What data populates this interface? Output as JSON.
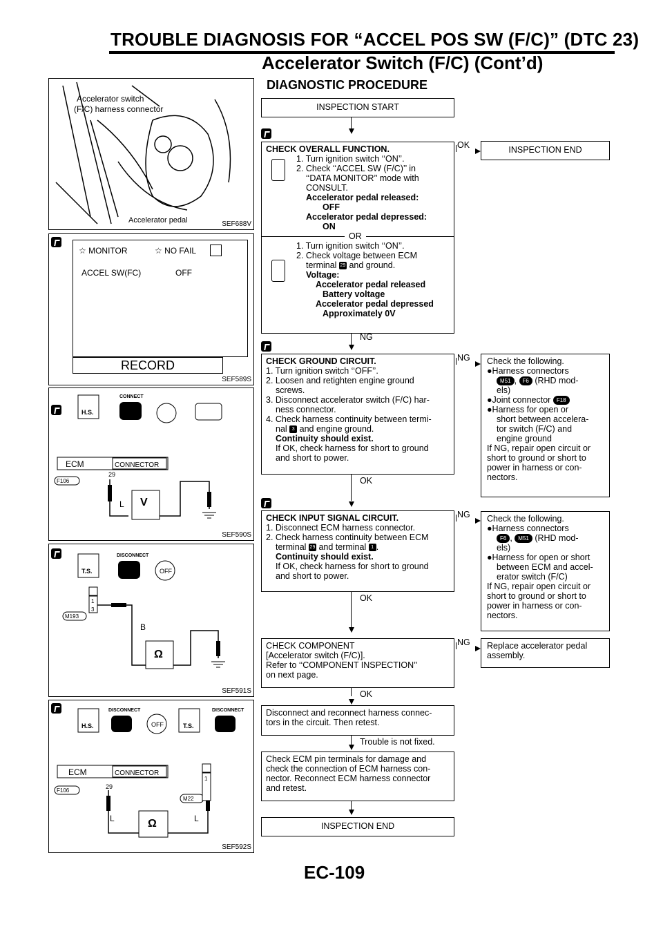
{
  "header": {
    "title": "TROUBLE DIAGNOSIS FOR “ACCEL POS SW (F/C)” (DTC 23)",
    "subtitle": "Accelerator Switch (F/C) (Cont’d)"
  },
  "procedure_title": "DIAGNOSTIC PROCEDURE",
  "figures": {
    "f1": {
      "code": "SEF688V",
      "label1": "Accelerator switch",
      "label2": "(F/C) harness connector",
      "label3": "Accelerator pedal"
    },
    "f2": {
      "code": "SEF589S",
      "monitor": "☆ MONITOR",
      "nofail": "☆ NO FAIL",
      "item": "ACCEL SW(FC)",
      "value": "OFF",
      "record": "RECORD"
    },
    "f3": {
      "code": "SEF590S",
      "connect": "CONNECT",
      "hs": "H.S.",
      "ecm": "ECM",
      "connector": "CONNECTOR",
      "conn": "F106",
      "pin": "29",
      "wire": "L",
      "meter": "V"
    },
    "f4": {
      "code": "SEF591S",
      "disconnect": "DISCONNECT",
      "ts": "T.S.",
      "off": "OFF",
      "conn": "M193",
      "pin1": "1",
      "pin3": "3",
      "wire": "B",
      "meter": "Ω"
    },
    "f5": {
      "code": "SEF592S",
      "disconnect1": "DISCONNECT",
      "disconnect2": "DISCONNECT",
      "hs": "H.S.",
      "ts": "T.S.",
      "off": "OFF",
      "ecm": "ECM",
      "connector": "CONNECTOR",
      "conn1": "F106",
      "conn2": "M22",
      "pin29": "29",
      "pin1": "1",
      "wire1": "L",
      "wire2": "L",
      "meter": "Ω"
    }
  },
  "flow": {
    "start": "INSPECTION START",
    "step_a": {
      "title": "CHECK OVERALL FUNCTION.",
      "s1": "1. Turn ignition switch ‘‘ON’’.",
      "s2": "2. Check ‘‘ACCEL SW (F/C)’’ in",
      "s2b": "‘‘DATA MONITOR’’ mode with",
      "s2c": "CONSULT.",
      "r1": "Accelerator pedal released:",
      "r1v": "OFF",
      "r2": "Accelerator pedal depressed:",
      "r2v": "ON",
      "or": "OR",
      "t1": "1. Turn ignition switch ‘‘ON’’.",
      "t2": "2. Check voltage between ECM",
      "t2b": "terminal",
      "t2pin": "29",
      "t2c": "and ground.",
      "volt": "Voltage:",
      "v1": "Accelerator pedal released",
      "v1v": "Battery voltage",
      "v2": "Accelerator pedal depressed",
      "v2v": "Approximately 0V"
    },
    "ok1": "OK",
    "end1": "INSPECTION END",
    "ng1": "NG",
    "step_b": {
      "title": "CHECK GROUND CIRCUIT.",
      "s1": "1. Turn ignition switch ‘‘OFF’’.",
      "s2": "2. Loosen and retighten engine ground",
      "s2b": "screws.",
      "s3": "3. Disconnect accelerator switch (F/C) har-",
      "s3b": "ness connector.",
      "s4": "4. Check harness continuity between termi-",
      "s4b": "nal",
      "s4pin": "3",
      "s4c": "and engine ground.",
      "cont": "Continuity should exist.",
      "ifok": "If OK, check harness for short to ground",
      "ifok2": "and short to power."
    },
    "ng2": "NG",
    "ok2": "OK",
    "side_b": {
      "title": "Check the following.",
      "i1": "●Harness connectors",
      "c1": "M51",
      "c2": "F6",
      "rhd": "(RHD mod-",
      "els": "els)",
      "i2": "●Joint connector",
      "c3": "F18",
      "i3": "●Harness for open or",
      "i3b": "short between accelera-",
      "i3c": "tor switch (F/C) and",
      "i3d": "engine ground",
      "n1": "If NG, repair open circuit or",
      "n2": "short to ground or short to",
      "n3": "power in harness or con-",
      "n4": "nectors."
    },
    "step_c": {
      "title": "CHECK INPUT SIGNAL CIRCUIT.",
      "s1": "1. Disconnect ECM harness connector.",
      "s2": "2. Check harness continuity between ECM",
      "s2b": "terminal",
      "pinA": "29",
      "s2c": "and terminal",
      "pinB": "1",
      "cont": "Continuity should exist.",
      "ifok": "If OK, check harness for short to ground",
      "ifok2": "and short to power."
    },
    "ng3": "NG",
    "ok3": "OK",
    "side_c": {
      "title": "Check the following.",
      "i1": "●Harness connectors",
      "c1": "F6",
      "c2": "M51",
      "rhd": "(RHD mod-",
      "els": "els)",
      "i2": "●Harness for open or short",
      "i2b": "between ECM and accel-",
      "i2c": "erator switch (F/C)",
      "n1": "If NG, repair open circuit or",
      "n2": "short to ground or short to",
      "n3": "power in harness or con-",
      "n4": "nectors."
    },
    "step_d": {
      "l1": "CHECK COMPONENT",
      "l2": "[Accelerator switch (F/C)].",
      "l3": "Refer to ‘‘COMPONENT INSPECTION’’",
      "l4": "on next page."
    },
    "ng4": "NG",
    "ok4": "OK",
    "side_d": {
      "l1": "Replace accelerator pedal",
      "l2": "assembly."
    },
    "step_e": {
      "l1": "Disconnect and reconnect harness connec-",
      "l2": "tors in the circuit. Then retest."
    },
    "notfixed": "Trouble is not fixed.",
    "step_f": {
      "l1": "Check ECM pin terminals for damage and",
      "l2": "check the connection of ECM harness con-",
      "l3": "nector. Reconnect ECM harness connector",
      "l4": "and retest."
    },
    "end2": "INSPECTION END"
  },
  "footer": "EC-109"
}
